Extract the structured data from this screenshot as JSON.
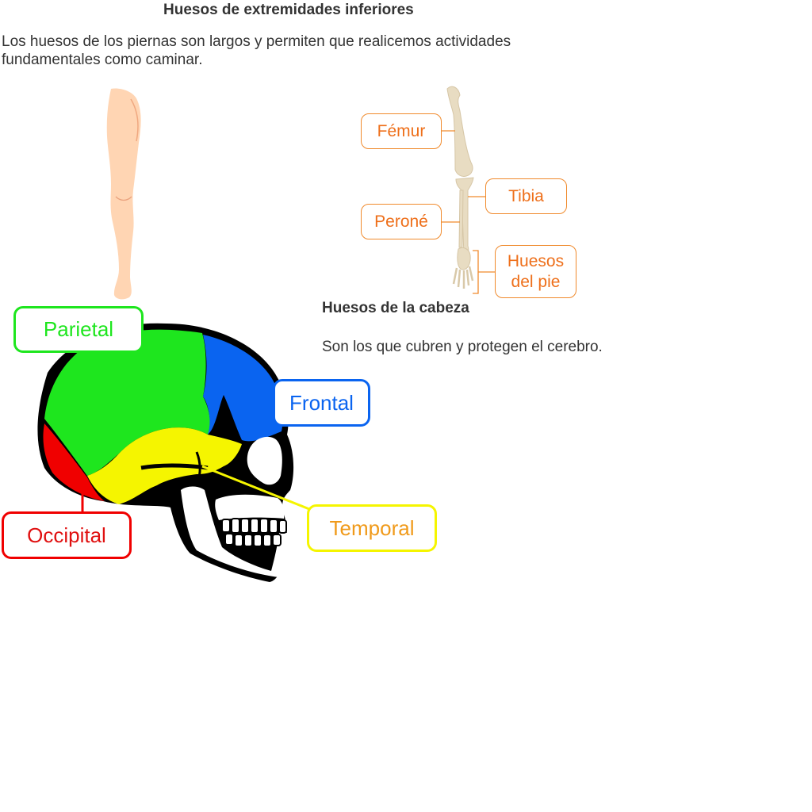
{
  "legs": {
    "title": "Huesos de extremidades inferiores",
    "description": "Los huesos de los piernas son largos y permiten que realicemos actividades fundamentales como caminar.",
    "labels": {
      "femur": "Fémur",
      "tibia": "Tibia",
      "perone": "Peroné",
      "pie_line1": "Huesos",
      "pie_line2": "del pie"
    },
    "label_color": "#ee6f1a"
  },
  "head": {
    "title": "Huesos de la cabeza",
    "description": "Son los que cubren y protegen el cerebro.",
    "labels": {
      "parietal": "Parietal",
      "frontal": "Frontal",
      "temporal": "Temporal",
      "occipital": "Occipital"
    },
    "colors": {
      "parietal": "#1ee61e",
      "frontal": "#0a64f0",
      "temporal": "#f5f500",
      "occipital": "#f00000",
      "temporal_text": "#f09a1a"
    }
  }
}
